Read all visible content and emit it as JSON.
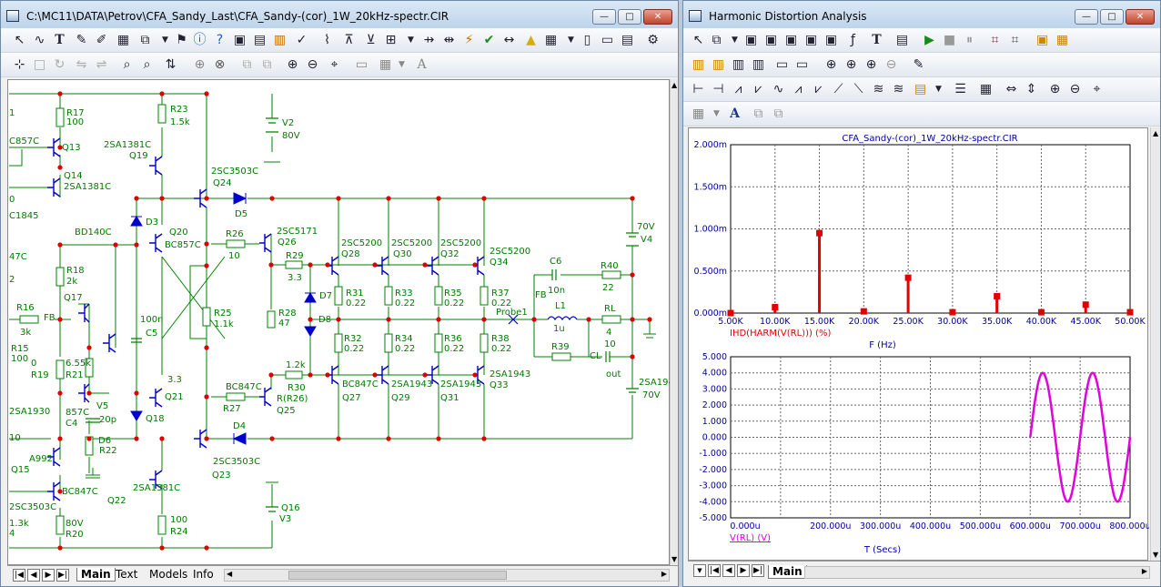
{
  "left_window": {
    "title": "C:\\MC11\\DATA\\Petrov\\CFA_Sandy_Last\\CFA_Sandy-(cor)_1W_20kHz-spectr.CIR",
    "tabs": [
      "Main",
      "Text",
      "Models",
      "Info"
    ],
    "active_tab": "Main"
  },
  "right_window": {
    "title": "Harmonic Distortion Analysis",
    "tabs": [
      "Main"
    ],
    "active_tab": "Main"
  },
  "schematic": {
    "color": "#007a00",
    "labels": [
      {
        "t": "1"
      },
      {
        "t": "R17"
      },
      {
        "t": "100"
      },
      {
        "t": "R23"
      },
      {
        "t": "1.5k"
      },
      {
        "t": "V2"
      },
      {
        "t": "80V"
      },
      {
        "t": "C857C"
      },
      {
        "t": "Q13"
      },
      {
        "t": "2SA1381C"
      },
      {
        "t": "Q19"
      },
      {
        "t": "Q14"
      },
      {
        "t": "2SA1381C"
      },
      {
        "t": "2SC3503C"
      },
      {
        "t": "Q24"
      },
      {
        "t": "D5"
      },
      {
        "t": "0"
      },
      {
        "t": "C1845"
      },
      {
        "t": "D3"
      },
      {
        "t": "70V"
      },
      {
        "t": "V4"
      },
      {
        "t": "BD140C"
      },
      {
        "t": "Q20"
      },
      {
        "t": "BC857C"
      },
      {
        "t": "R26"
      },
      {
        "t": "10"
      },
      {
        "t": "2SC5171"
      },
      {
        "t": "Q26"
      },
      {
        "t": "2SC5200"
      },
      {
        "t": "Q28"
      },
      {
        "t": "2SC5200"
      },
      {
        "t": "Q30"
      },
      {
        "t": "2SC5200"
      },
      {
        "t": "Q32"
      },
      {
        "t": "2SC5200"
      },
      {
        "t": "Q34"
      },
      {
        "t": "47C"
      },
      {
        "t": "R29"
      },
      {
        "t": "3.3"
      },
      {
        "t": "C6"
      },
      {
        "t": "10n"
      },
      {
        "t": "R40"
      },
      {
        "t": "22"
      },
      {
        "t": "R18"
      },
      {
        "t": "2k"
      },
      {
        "t": "R31"
      },
      {
        "t": "0.22"
      },
      {
        "t": "R33"
      },
      {
        "t": "0.22"
      },
      {
        "t": "R35"
      },
      {
        "t": "0.22"
      },
      {
        "t": "R37"
      },
      {
        "t": "0.22"
      },
      {
        "t": "2"
      },
      {
        "t": "Q17"
      },
      {
        "t": "D7"
      },
      {
        "t": "FB"
      },
      {
        "t": "L1"
      },
      {
        "t": "1u"
      },
      {
        "t": "RL"
      },
      {
        "t": "4"
      },
      {
        "t": "R16"
      },
      {
        "t": "FB"
      },
      {
        "t": "100n"
      },
      {
        "t": "R25"
      },
      {
        "t": "1.1k"
      },
      {
        "t": "R28"
      },
      {
        "t": "47"
      },
      {
        "t": "D8"
      },
      {
        "t": "Probe1"
      },
      {
        "t": "3k"
      },
      {
        "t": "C5"
      },
      {
        "t": "R32"
      },
      {
        "t": "0.22"
      },
      {
        "t": "R34"
      },
      {
        "t": "0.22"
      },
      {
        "t": "R36"
      },
      {
        "t": "0.22"
      },
      {
        "t": "R38"
      },
      {
        "t": "0.22"
      },
      {
        "t": "R15"
      },
      {
        "t": "100"
      },
      {
        "t": "R39"
      },
      {
        "t": "10"
      },
      {
        "t": "CL"
      },
      {
        "t": "out"
      },
      {
        "t": "0"
      },
      {
        "t": "R19"
      },
      {
        "t": "6.55k"
      },
      {
        "t": "R21"
      },
      {
        "t": "1.2k"
      },
      {
        "t": "R30"
      },
      {
        "t": "3.3"
      },
      {
        "t": "Q21"
      },
      {
        "t": "BC847C"
      },
      {
        "t": "Q27"
      },
      {
        "t": "2SA1943"
      },
      {
        "t": "Q29"
      },
      {
        "t": "2SA1943"
      },
      {
        "t": "Q31"
      },
      {
        "t": "2SA1943"
      },
      {
        "t": "Q33"
      },
      {
        "t": "2SA1943"
      },
      {
        "t": "70V"
      },
      {
        "t": "V5"
      },
      {
        "t": "BC847C"
      },
      {
        "t": "R27"
      },
      {
        "t": "R(R26)"
      },
      {
        "t": "Q25"
      },
      {
        "t": "2SA1930"
      },
      {
        "t": "857C"
      },
      {
        "t": "C4"
      },
      {
        "t": "20p"
      },
      {
        "t": "Q18"
      },
      {
        "t": "D4"
      },
      {
        "t": "D6"
      },
      {
        "t": "R22"
      },
      {
        "t": "10"
      },
      {
        "t": "A992"
      },
      {
        "t": "Q15"
      },
      {
        "t": "2SC3503C"
      },
      {
        "t": "Q23"
      },
      {
        "t": "2SA1381C"
      },
      {
        "t": "Q22"
      },
      {
        "t": "2SC3503C"
      },
      {
        "t": "BC847C"
      },
      {
        "t": "Q16"
      },
      {
        "t": "V3"
      },
      {
        "t": "80V"
      },
      {
        "t": "R20"
      },
      {
        "t": "100"
      },
      {
        "t": "R24"
      },
      {
        "t": "1.3k"
      },
      {
        "t": "4"
      },
      {
        "t": "0"
      }
    ]
  },
  "chart_data": [
    {
      "type": "bar",
      "title": "CFA_Sandy-(cor)_1W_20kHz-spectr.CIR",
      "xlabel": "F (Hz)",
      "ylabel": "IHD(HARM(V(RL))) (%)",
      "x_ticks": [
        "5.00K",
        "10.00K",
        "15.00K",
        "20.00K",
        "25.00K",
        "30.00K",
        "35.00K",
        "40.00K",
        "45.00K",
        "50.00K"
      ],
      "y_ticks": [
        "0.000m",
        "0.500m",
        "1.000m",
        "1.500m",
        "2.000m"
      ],
      "xlim": [
        5000,
        50000
      ],
      "ylim": [
        0,
        0.002
      ],
      "x": [
        5000,
        10000,
        15000,
        20000,
        25000,
        30000,
        35000,
        40000,
        45000,
        50000
      ],
      "values": [
        0.0,
        7e-05,
        0.00095,
        2e-05,
        0.00042,
        1e-05,
        0.0002,
        1e-05,
        0.0001,
        1e-05
      ],
      "color": "#e00000",
      "grid": true
    },
    {
      "type": "line",
      "xlabel": "T (Secs)",
      "ylabel": "V(RL) (V)",
      "x_ticks": [
        "0.000u",
        "100.000u",
        "200.000u",
        "300.000u",
        "400.000u",
        "500.000u",
        "600.000u",
        "700.000u",
        "800.000u"
      ],
      "x_tick_labels": [
        "0.000u",
        "",
        "200.000u",
        "300.000u",
        "400.000u",
        "500.000u",
        "600.000u",
        "700.000u",
        "800.000u"
      ],
      "y_ticks": [
        "5.000",
        "4.000",
        "3.000",
        "2.000",
        "1.000",
        "0.000",
        "-1.000",
        "-2.000",
        "-3.000",
        "-4.000",
        "-5.000"
      ],
      "xlim": [
        0,
        800
      ],
      "ylim": [
        -5,
        5
      ],
      "signal": {
        "t_start": 600,
        "t_end": 800,
        "amplitude": 4.0,
        "frequency_khz": 10
      },
      "color": "#e000e0",
      "grid": true
    }
  ]
}
